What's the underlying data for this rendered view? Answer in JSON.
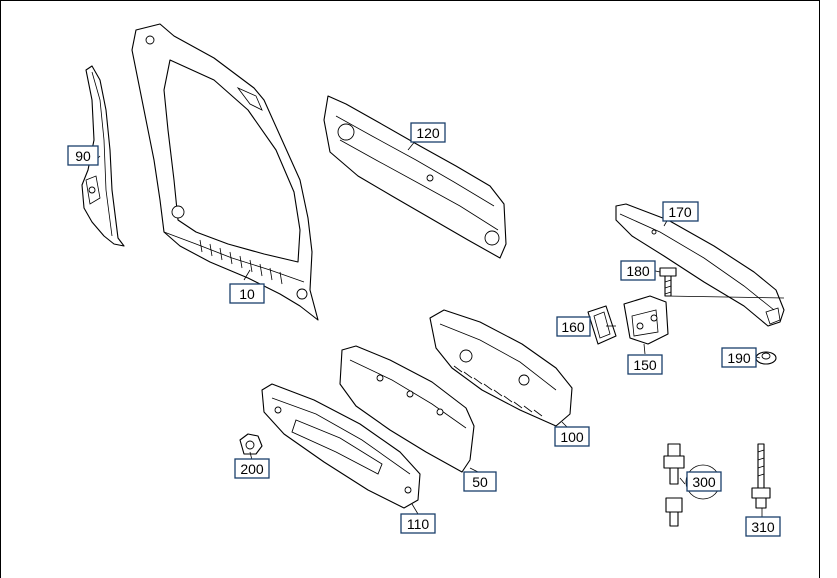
{
  "callouts": [
    {
      "id": "10",
      "label": "10"
    },
    {
      "id": "50",
      "label": "50"
    },
    {
      "id": "90",
      "label": "90"
    },
    {
      "id": "100",
      "label": "100"
    },
    {
      "id": "110",
      "label": "110"
    },
    {
      "id": "120",
      "label": "120"
    },
    {
      "id": "150",
      "label": "150"
    },
    {
      "id": "160",
      "label": "160"
    },
    {
      "id": "170",
      "label": "170"
    },
    {
      "id": "180",
      "label": "180"
    },
    {
      "id": "190",
      "label": "190"
    },
    {
      "id": "200",
      "label": "200"
    },
    {
      "id": "300",
      "label": "300"
    },
    {
      "id": "310",
      "label": "310"
    }
  ]
}
